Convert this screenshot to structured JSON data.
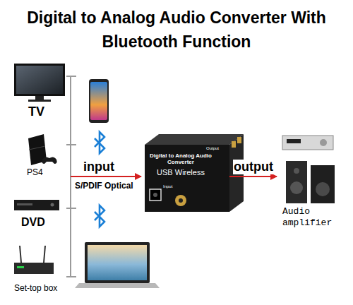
{
  "diagram": {
    "title": "Digital to Analog Audio Converter With Bluetooth Function",
    "nodes": [
      {
        "text": [
          "Digital to Analog Audio Converter",
          "USB Wireless"
        ]
      },
      {
        "text": [
          "Audio amplifier"
        ]
      }
    ],
    "edges": [
      {
        "from": 0,
        "to": 1,
        "arrow": "to",
        "label": "output"
      }
    ],
    "labels": [
      "TV",
      "PS4",
      "DVD",
      "Set-top box",
      "input",
      "S/PDIF Optical",
      "Input",
      "Output"
    ]
  }
}
